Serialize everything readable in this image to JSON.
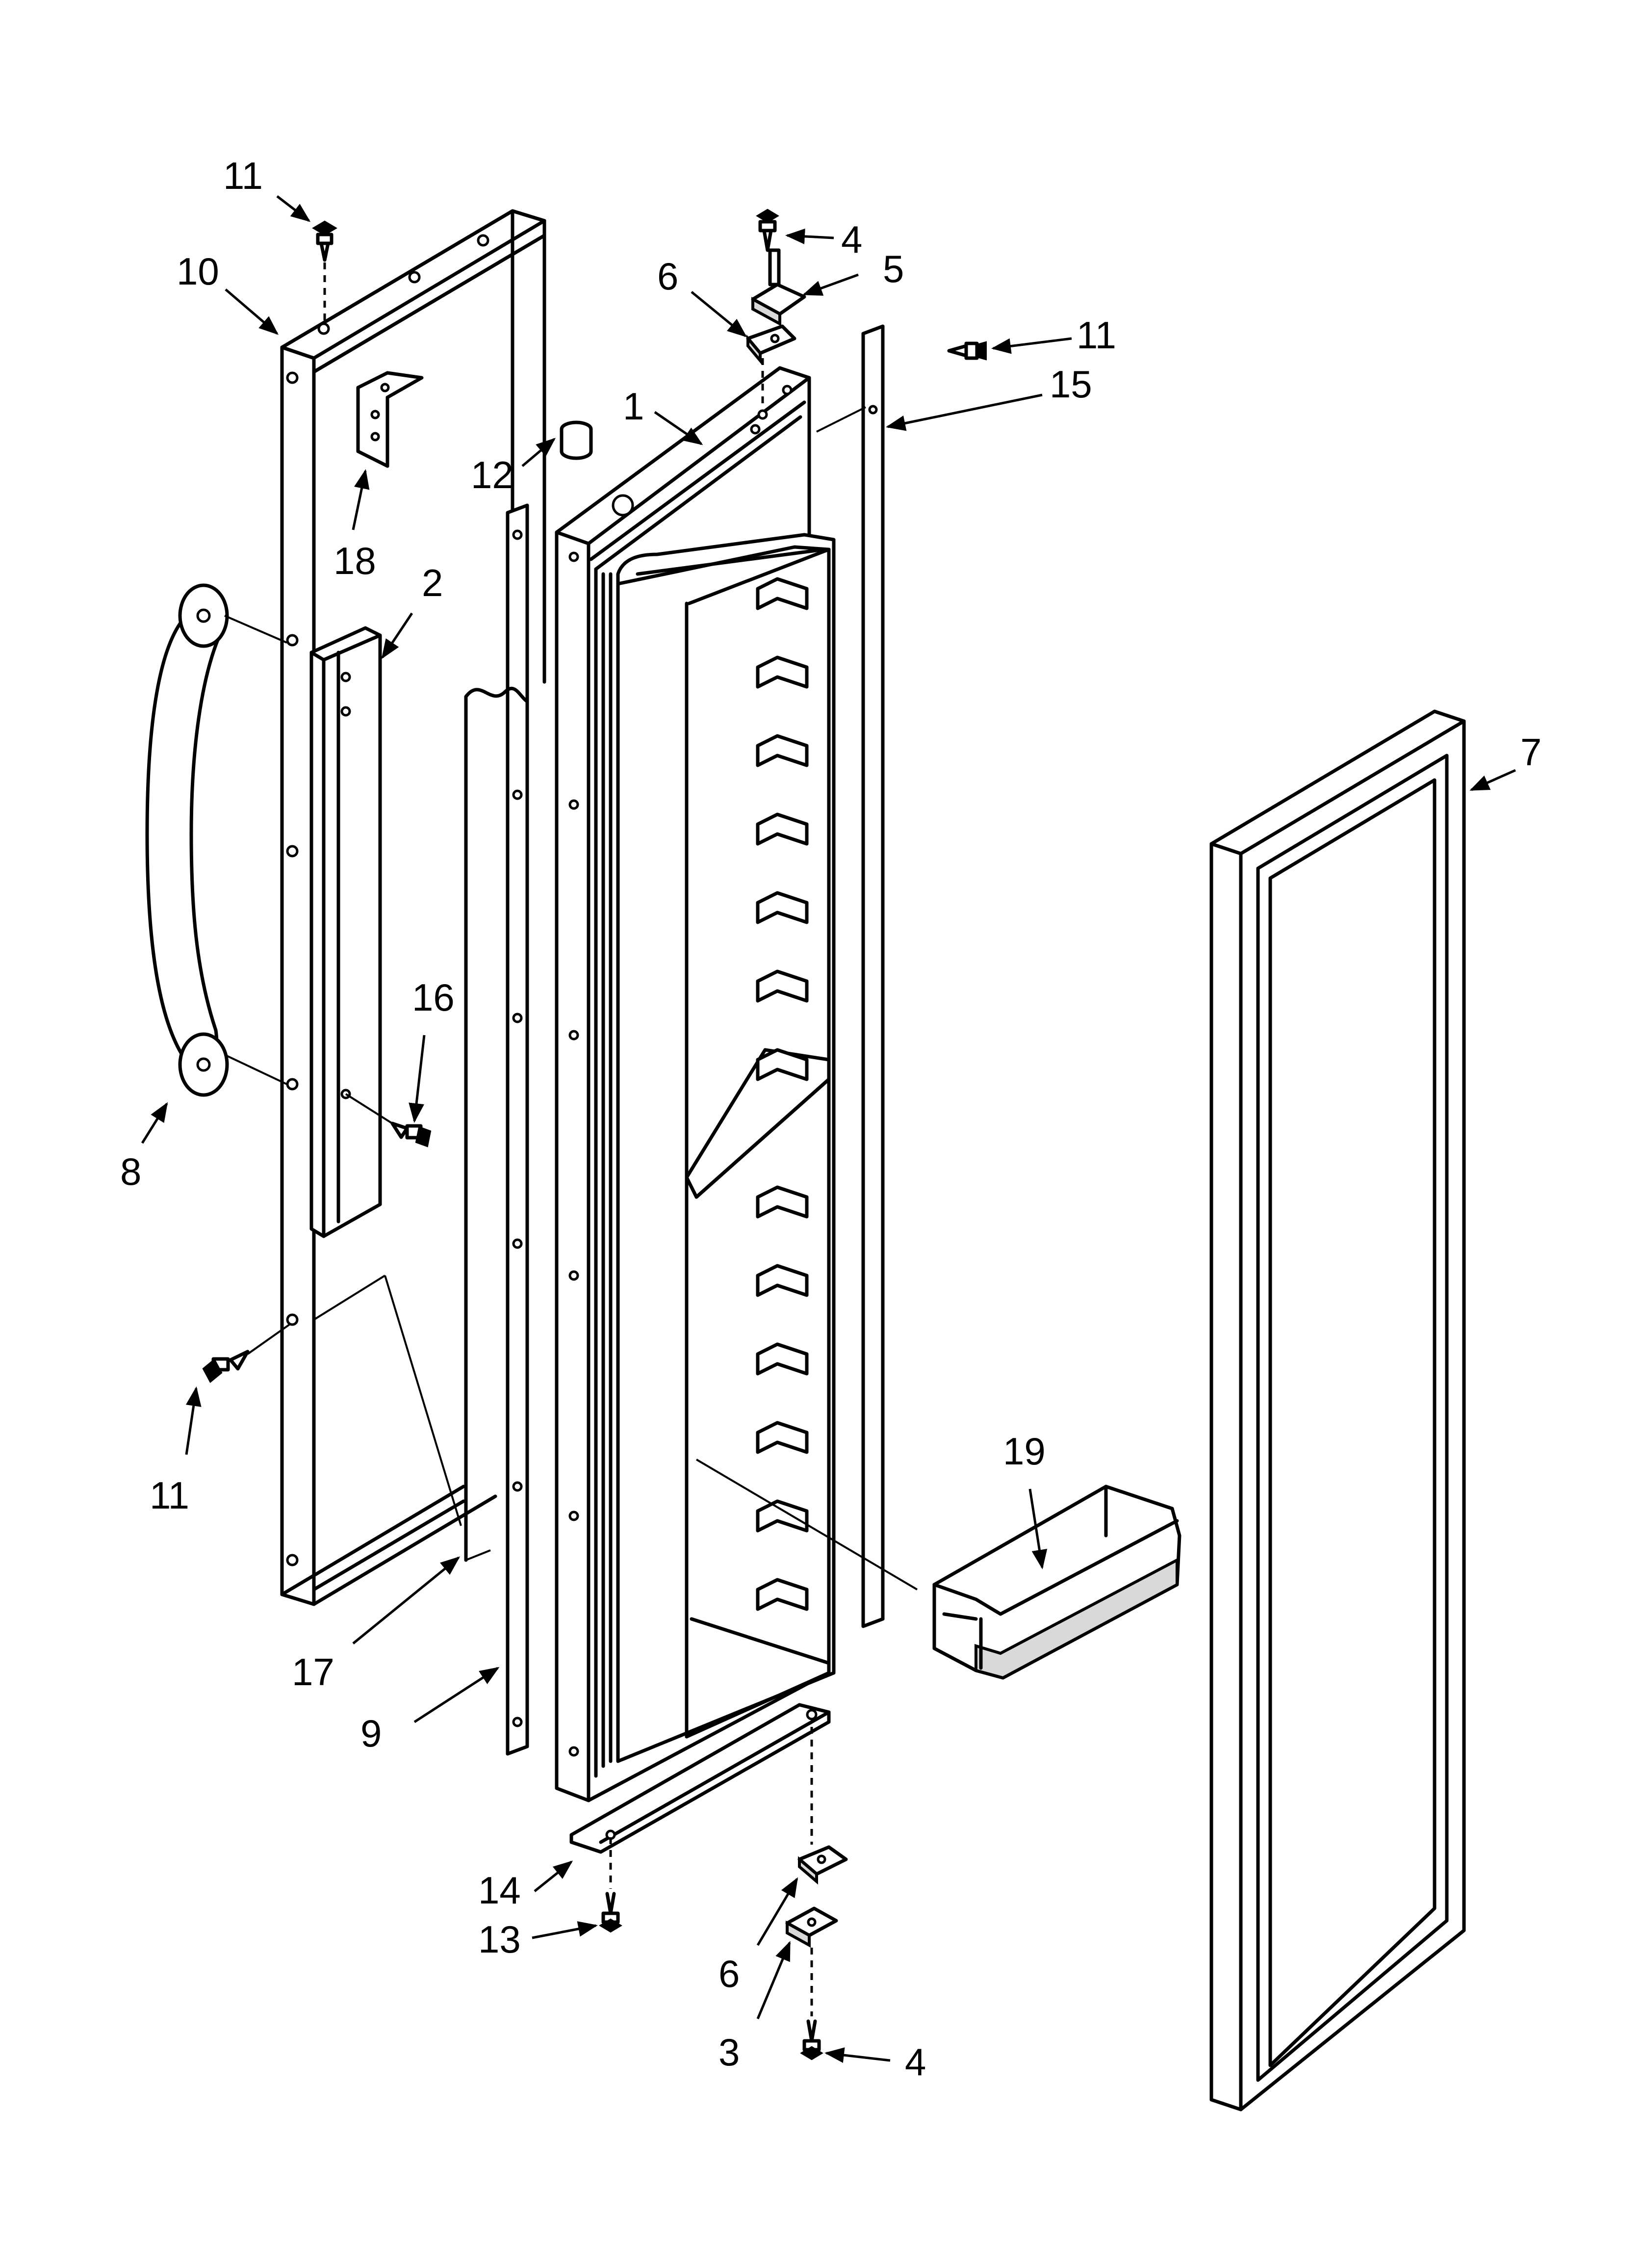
{
  "callouts": {
    "c11_top": "11",
    "c10": "10",
    "c18": "18",
    "c2": "2",
    "c8": "8",
    "c16": "16",
    "c11_left": "11",
    "c17": "17",
    "c9": "9",
    "c12": "12",
    "c1": "1",
    "c4_top": "4",
    "c5": "5",
    "c6_top": "6",
    "c11_right": "11",
    "c15": "15",
    "c7": "7",
    "c19": "19",
    "c14": "14",
    "c13": "13",
    "c6_bottom": "6",
    "c3": "3",
    "c4_bottom": "4"
  }
}
